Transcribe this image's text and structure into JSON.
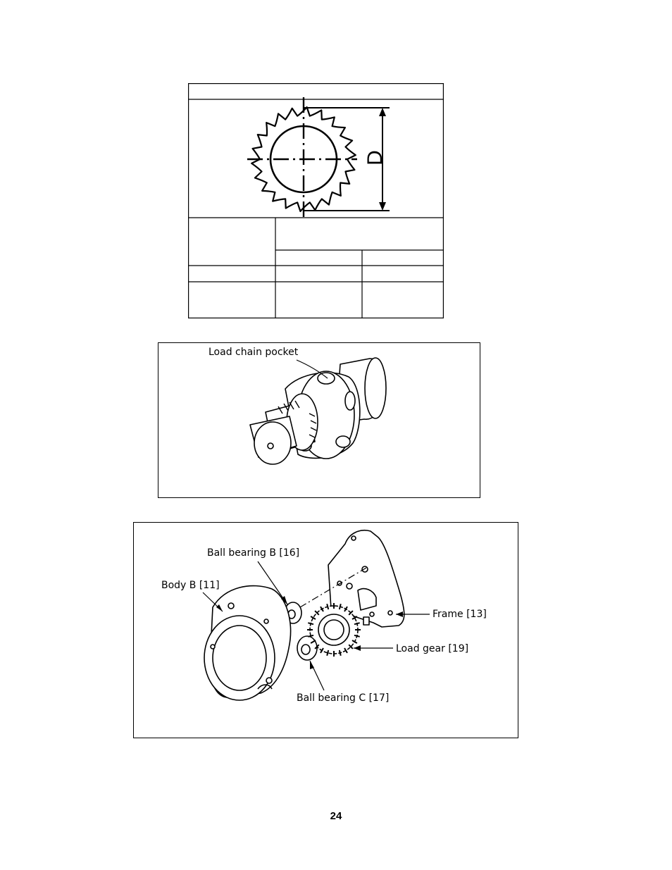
{
  "spec_table": {
    "dimension_label": "D"
  },
  "pocket_figure": {
    "callout": "Load chain pocket"
  },
  "exploded_figure": {
    "callouts": {
      "ball_bearing_b": "Ball bearing B [16]",
      "body_b": "Body B [11]",
      "frame": "Frame [13]",
      "load_gear": "Load gear [19]",
      "ball_bearing_c": "Ball bearing C [17]"
    }
  },
  "footer": {
    "page_number": "24"
  }
}
